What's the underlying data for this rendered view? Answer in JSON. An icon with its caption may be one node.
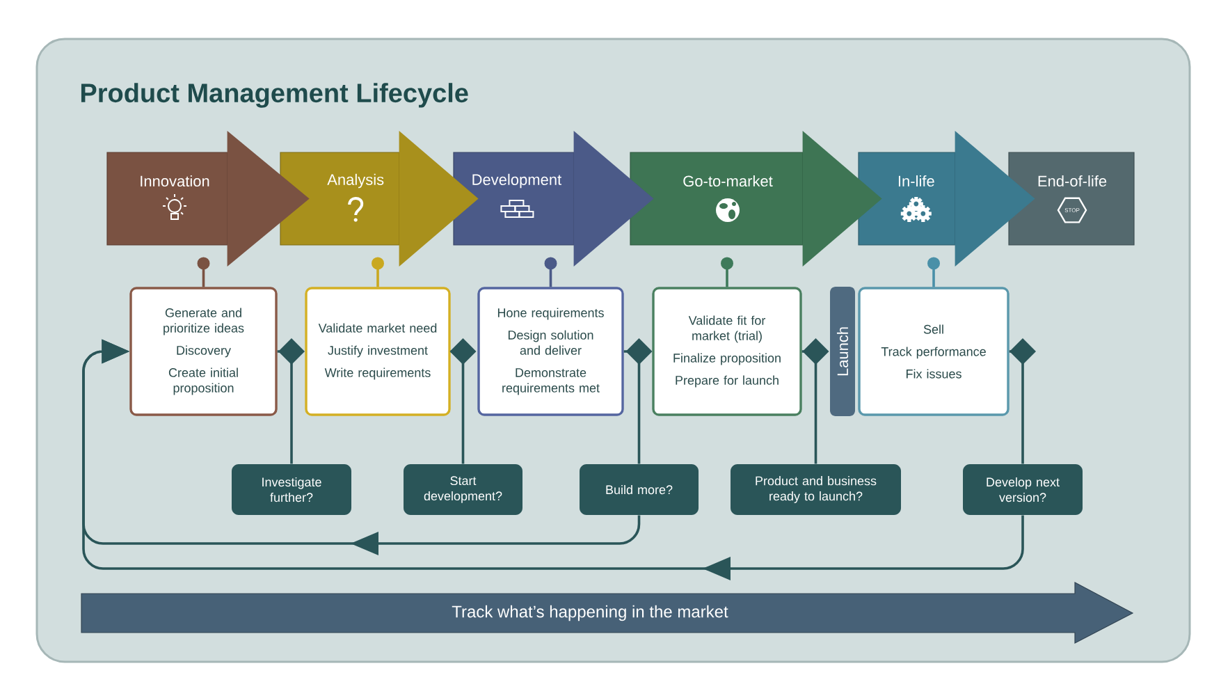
{
  "diagram": {
    "title": "Product Management Lifecycle",
    "nodes": [
      {
        "text": [
          "Innovation"
        ]
      },
      {
        "text": [
          "Analysis"
        ]
      },
      {
        "text": [
          "Development"
        ]
      },
      {
        "text": [
          "Go-to-market"
        ]
      },
      {
        "text": [
          "In-life"
        ]
      },
      {
        "text": [
          "End-of-life",
          "STOP"
        ]
      },
      {
        "text": [
          "Generate and prioritize ideas",
          "Discovery",
          "Create initial proposition"
        ]
      },
      {
        "text": [
          "Validate market need",
          "Justify investment",
          "Write requirements"
        ]
      },
      {
        "text": [
          "Hone requirements",
          "Design solution and deliver",
          "Demonstrate requirements met"
        ]
      },
      {
        "text": [
          "Validate fit for market (trial)",
          "Finalize proposition",
          "Prepare for launch"
        ]
      },
      {
        "text": [
          "Launch"
        ]
      },
      {
        "text": [
          "Sell",
          "Track performance",
          "Fix issues"
        ]
      },
      {
        "text": [
          "Investigate further?"
        ]
      },
      {
        "text": [
          "Start development?"
        ]
      },
      {
        "text": [
          "Build more?"
        ]
      },
      {
        "text": [
          "Product and business ready to launch?"
        ]
      },
      {
        "text": [
          "Develop next version?"
        ]
      },
      {
        "text": [
          "Track what’s happening in the market"
        ]
      }
    ],
    "edges": [
      {
        "from": 0,
        "to": 6,
        "arrow": "other",
        "color": "#7a5242"
      },
      {
        "from": 1,
        "to": 7,
        "arrow": "other",
        "color": "#c9a820"
      },
      {
        "from": 2,
        "to": 8,
        "arrow": "other",
        "color": "#4b5a88"
      },
      {
        "from": 3,
        "to": 9,
        "arrow": "other",
        "color": "#3e7a5a"
      },
      {
        "from": 4,
        "to": 11,
        "arrow": "other",
        "color": "#4a90a8"
      },
      {
        "from": 6,
        "to": 12,
        "arrow": "other"
      },
      {
        "from": 7,
        "to": 13,
        "arrow": "other"
      },
      {
        "from": 8,
        "to": 14,
        "arrow": "other"
      },
      {
        "from": 9,
        "to": 15,
        "arrow": "other"
      },
      {
        "from": 11,
        "to": 16,
        "arrow": "other"
      },
      {
        "from": 14,
        "to": 6,
        "arrow": "to"
      },
      {
        "from": 16,
        "to": 6,
        "arrow": "to"
      },
      {
        "from": 0,
        "to": 1,
        "arrow": "to",
        "color": "#7a5242"
      },
      {
        "from": 1,
        "to": 2,
        "arrow": "to",
        "color": "#a8901c"
      },
      {
        "from": 2,
        "to": 3,
        "arrow": "to",
        "color": "#4b5a88"
      },
      {
        "from": 3,
        "to": 4,
        "arrow": "to",
        "color": "#3e7554"
      },
      {
        "from": 4,
        "to": 5,
        "arrow": "to",
        "color": "#3b7a8f"
      }
    ]
  }
}
